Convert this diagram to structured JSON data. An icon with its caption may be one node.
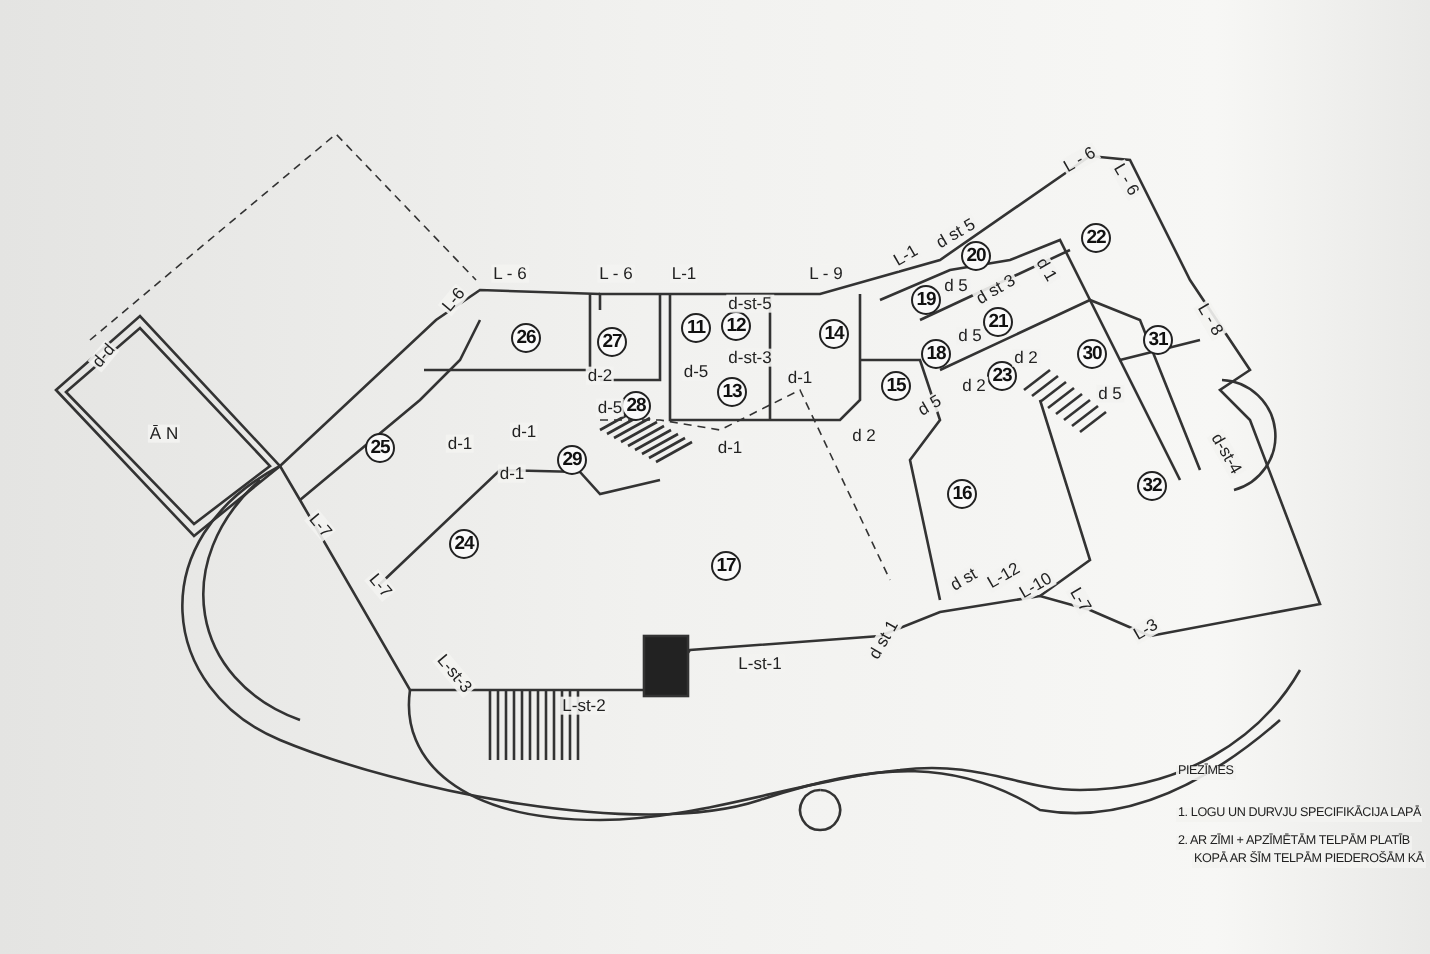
{
  "diagram": {
    "nodes": [
      {
        "text": [
          "22"
        ]
      },
      {
        "text": [
          "20"
        ]
      },
      {
        "text": [
          "19"
        ]
      },
      {
        "text": [
          "21"
        ]
      },
      {
        "text": [
          "12"
        ]
      },
      {
        "text": [
          "11"
        ]
      },
      {
        "text": [
          "14"
        ]
      },
      {
        "text": [
          "26"
        ]
      },
      {
        "text": [
          "31"
        ]
      },
      {
        "text": [
          "27"
        ]
      },
      {
        "text": [
          "30"
        ]
      },
      {
        "text": [
          "18"
        ]
      },
      {
        "text": [
          "23"
        ]
      },
      {
        "text": [
          "15"
        ]
      },
      {
        "text": [
          "13"
        ]
      },
      {
        "text": [
          "28"
        ]
      },
      {
        "text": [
          "25"
        ]
      },
      {
        "text": [
          "29"
        ]
      },
      {
        "text": [
          "32"
        ]
      },
      {
        "text": [
          "16"
        ]
      },
      {
        "text": [
          "24"
        ]
      },
      {
        "text": [
          "17"
        ]
      }
    ],
    "labels": [
      "d-d",
      "Ā N",
      "L-6",
      "L - 6",
      "L - 6",
      "L-1",
      "L - 9",
      "L-1",
      "d st 5",
      "L - 6",
      "L - 6",
      "d-st-5",
      "d 5",
      "d st 3",
      "d 1",
      "L - 8",
      "d-5",
      "d-st-3",
      "d 5",
      "d 2",
      "d-2",
      "d-1",
      "d 2",
      "d-5",
      "d 5",
      "d 5",
      "d-1",
      "d 2",
      "d-1",
      "d-1",
      "d-st-4",
      "d-1",
      "L-7",
      "L-7",
      "d st",
      "L-12",
      "L-10",
      "L-7",
      "L-3",
      "d st 1",
      "L-st-1",
      "L-st-3",
      "L-st-2",
      "PIEZĪMES",
      "1. LOGU UN DURVJU SPECIFIKĀCIJA LAPĀ",
      "2. AR ZĪMI + APZĪMĒTĀM TELPĀM PLATĪB",
      "KOPĀ AR ŠĪM TELPĀM PIEDEROŠĀM KĀ"
    ]
  }
}
